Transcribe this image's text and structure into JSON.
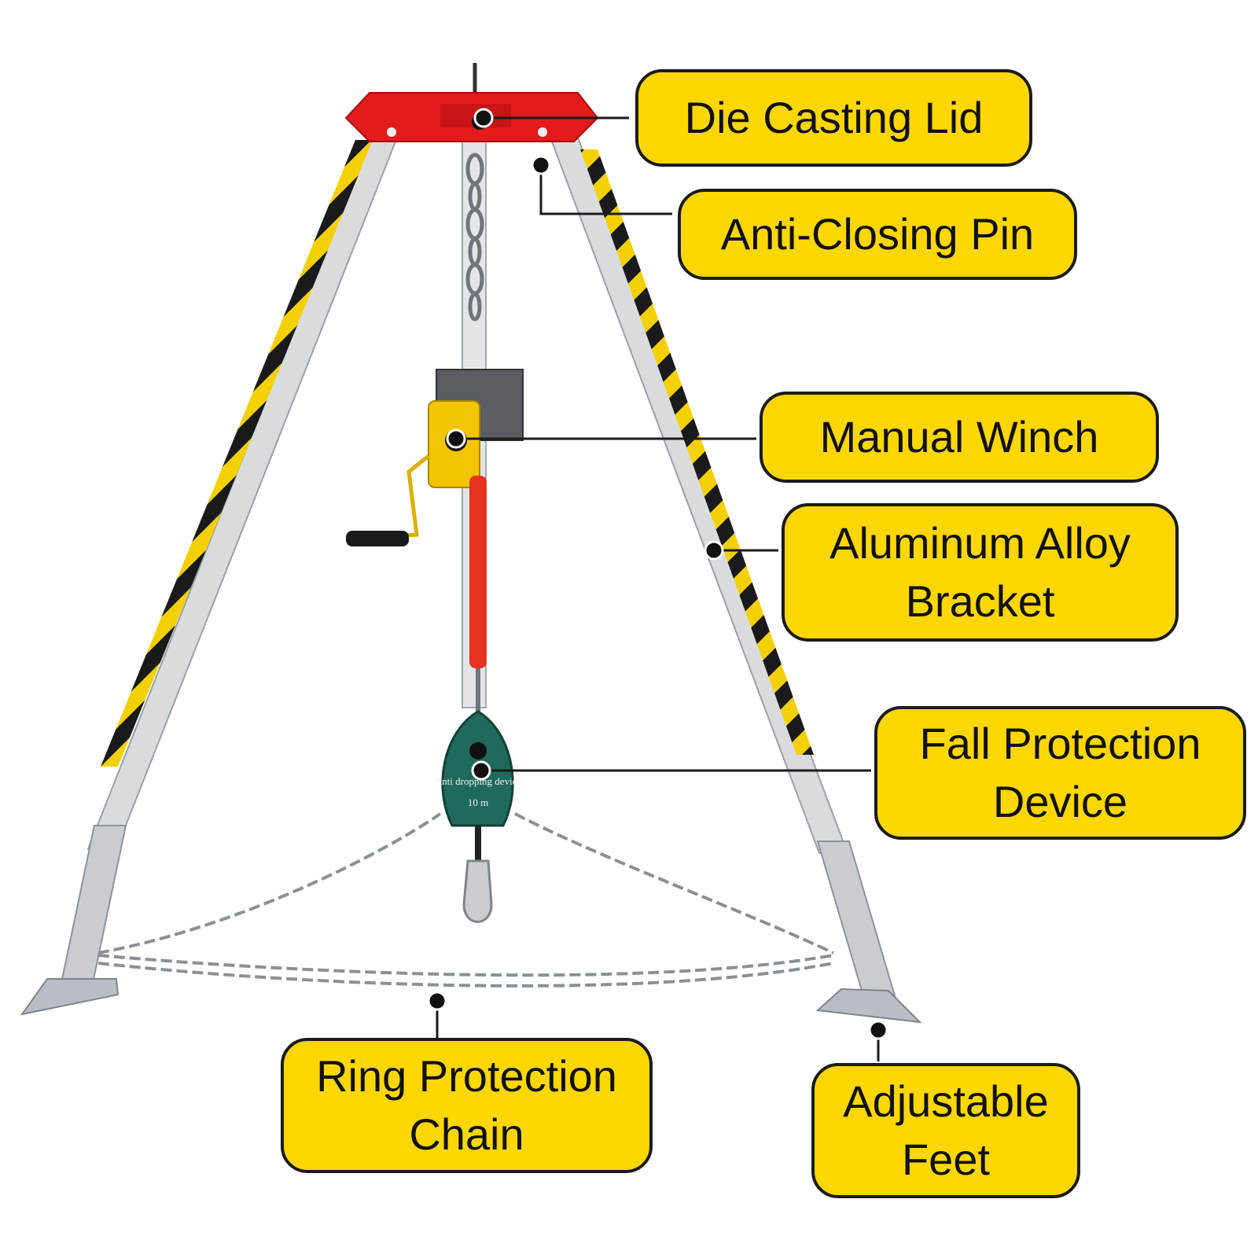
{
  "colors": {
    "callout_fill": "#ffd700",
    "callout_border": "#1b1b1b",
    "leader_line": "#1b1b1b",
    "lid_red": "#e41b1b",
    "stripe_yellow": "#f5d000",
    "stripe_black": "#1a1a1a",
    "aluminum": "#d9dcdf",
    "winch_yellow": "#f2c500",
    "device_green": "#1f6a5a",
    "strap_red": "#e5331f"
  },
  "callouts": {
    "die_casting_lid": {
      "lines": [
        "Die Casting Lid"
      ]
    },
    "anti_closing_pin": {
      "lines": [
        "Anti-Closing Pin"
      ]
    },
    "manual_winch": {
      "lines": [
        "Manual Winch"
      ]
    },
    "aluminum_alloy_bracket": {
      "lines": [
        "Aluminum Alloy",
        "Bracket"
      ]
    },
    "fall_protection_device": {
      "lines": [
        "Fall Protection",
        "Device"
      ]
    },
    "ring_protection_chain": {
      "lines": [
        "Ring Protection",
        "Chain"
      ]
    },
    "adjustable_feet": {
      "lines": [
        "Adjustable",
        "Feet"
      ]
    }
  },
  "device_label": {
    "line1": "Anti dropping device",
    "line2": "10 m"
  }
}
